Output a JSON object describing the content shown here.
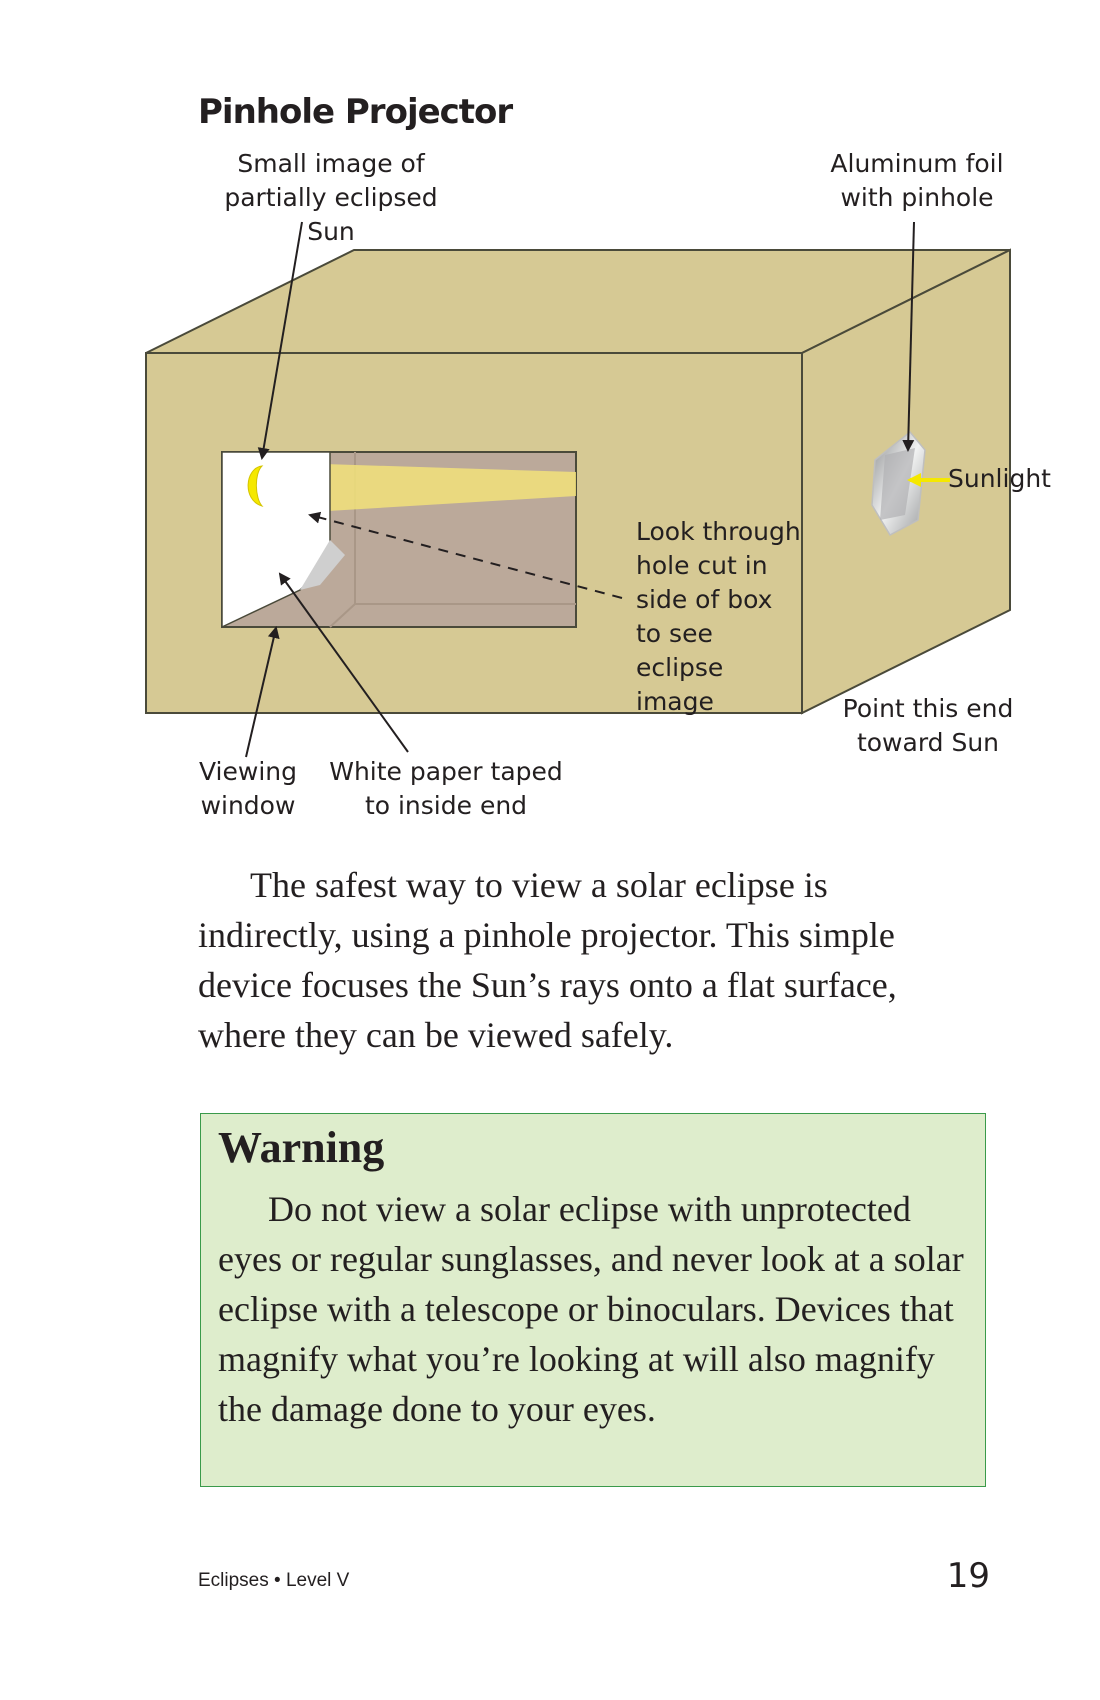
{
  "diagram": {
    "title": "Pinhole Projector",
    "labels": {
      "sun_image": "Small image of\npartially eclipsed Sun",
      "foil": "Aluminum foil\nwith pinhole",
      "sunlight": "Sunlight",
      "look_through": "Look through\nhole cut in\nside of box\nto see eclipse\nimage",
      "point_end": "Point this end\ntoward Sun",
      "viewing_window": "Viewing\nwindow",
      "white_paper": "White paper taped\nto inside end"
    },
    "colors": {
      "box_fill": "#d6c994",
      "interior": "#bba99a",
      "beam": "#f2e27a",
      "sun_image": "#f5e800",
      "foil": "#c7c8ca",
      "sunlight_arrow": "#f5e800"
    }
  },
  "paragraph": "The safest way to view a solar eclipse is indirectly, using a pinhole projector. This simple device focuses the Sun’s rays onto a flat surface, where they can be viewed safely.",
  "warning": {
    "title": "Warning",
    "text": "Do not view a solar eclipse with unprotected eyes or regular sunglasses, and never look at a solar eclipse with a telescope or binoculars. Devices that magnify what you’re looking at will also magnify the damage done to your eyes."
  },
  "footer": {
    "book": "Eclipses • Level V",
    "page_number": "19"
  }
}
